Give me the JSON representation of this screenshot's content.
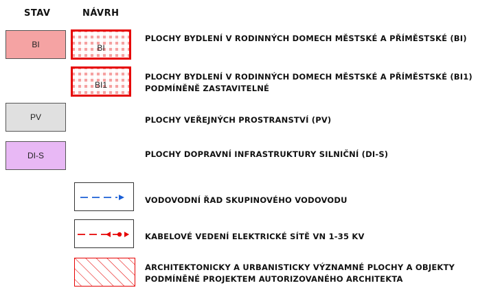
{
  "headers": {
    "stav": "STAV",
    "navrh": "NÁVRH"
  },
  "rows": [
    {
      "stav_code": "BI",
      "navrh_code": "BI",
      "label1": "PLOCHY BYDLENÍ V RODINNÝCH DOMECH MĚSTSKÉ A PŘÍMĚSTSKÉ (BI)",
      "label2": ""
    },
    {
      "navrh_code": "BI1",
      "label1": "PLOCHY BYDLENÍ V RODINNÝCH DOMECH MĚSTSKÉ A PŘÍMĚSTSKÉ (BI1)",
      "label2": "PODMÍNĚNĚ ZASTAVITELNÉ"
    },
    {
      "stav_code": "PV",
      "label1": "PLOCHY VEŘEJNÝCH PROSTRANSTVÍ (PV)"
    },
    {
      "stav_code": "DI-S",
      "label1": "PLOCHY DOPRAVNÍ INFRASTRUKTURY SILNIČNÍ (DI-S)"
    },
    {
      "label1": "VODOVODNÍ ŘAD SKUPINOVÉHO VODOVODU",
      "symbol": "blue-dashed-arrow-line"
    },
    {
      "label1": "KABELOVÉ VEDENÍ ELEKTRICKÉ SÍTĚ VN 1-35 KV",
      "symbol": "red-dashed-dot-line"
    },
    {
      "label1": "ARCHITEKTONICKY A URBANISTICKY VÝZNAMNÉ PLOCHY A OBJEKTY",
      "label2": "PODMÍNĚNÉ PROJEKTEM AUTORIZOVANÉHO ARCHITEKTA",
      "symbol": "red-hatch"
    }
  ],
  "colors": {
    "bi_fill": "#f5a3a3",
    "navrh_border": "#e60000",
    "pv_fill": "#e0e0e0",
    "dis_fill": "#e8b8f5",
    "water_line": "#1a5fd6",
    "power_line": "#e60000"
  }
}
